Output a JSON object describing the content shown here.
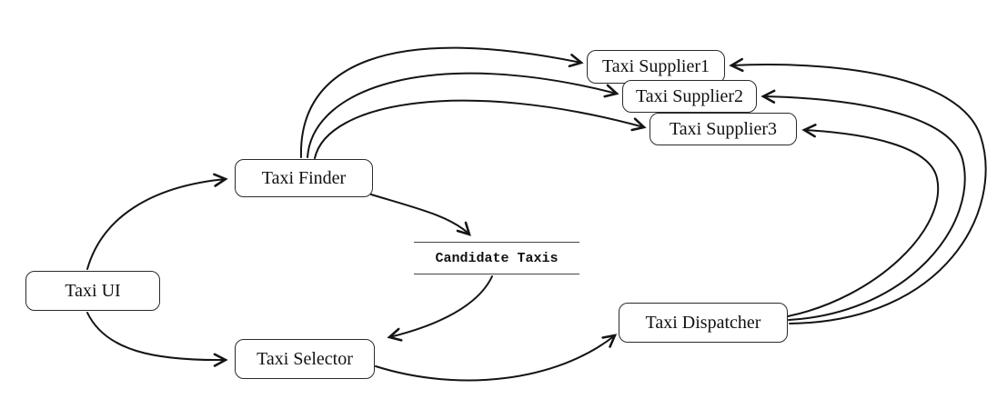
{
  "diagram": {
    "title": "",
    "type": "flow-diagram",
    "nodes": {
      "taxi_ui": {
        "label": "Taxi UI"
      },
      "taxi_finder": {
        "label": "Taxi Finder"
      },
      "taxi_selector": {
        "label": "Taxi Selector"
      },
      "candidate_taxis": {
        "label": "Candidate Taxis"
      },
      "taxi_dispatcher": {
        "label": "Taxi Dispatcher"
      },
      "taxi_supplier1": {
        "label": "Taxi Supplier1"
      },
      "taxi_supplier2": {
        "label": "Taxi Supplier2"
      },
      "taxi_supplier3": {
        "label": "Taxi Supplier3"
      }
    },
    "edges": [
      {
        "from": "taxi_ui",
        "to": "taxi_finder"
      },
      {
        "from": "taxi_ui",
        "to": "taxi_selector"
      },
      {
        "from": "taxi_finder",
        "to": "taxi_supplier1"
      },
      {
        "from": "taxi_finder",
        "to": "taxi_supplier2"
      },
      {
        "from": "taxi_finder",
        "to": "taxi_supplier3"
      },
      {
        "from": "taxi_finder",
        "to": "candidate_taxis"
      },
      {
        "from": "candidate_taxis",
        "to": "taxi_selector"
      },
      {
        "from": "taxi_selector",
        "to": "taxi_dispatcher"
      },
      {
        "from": "taxi_dispatcher",
        "to": "taxi_supplier1"
      },
      {
        "from": "taxi_dispatcher",
        "to": "taxi_supplier2"
      },
      {
        "from": "taxi_dispatcher",
        "to": "taxi_supplier3"
      }
    ],
    "colors": {
      "stroke": "#141414",
      "background": "#ffffff"
    }
  }
}
